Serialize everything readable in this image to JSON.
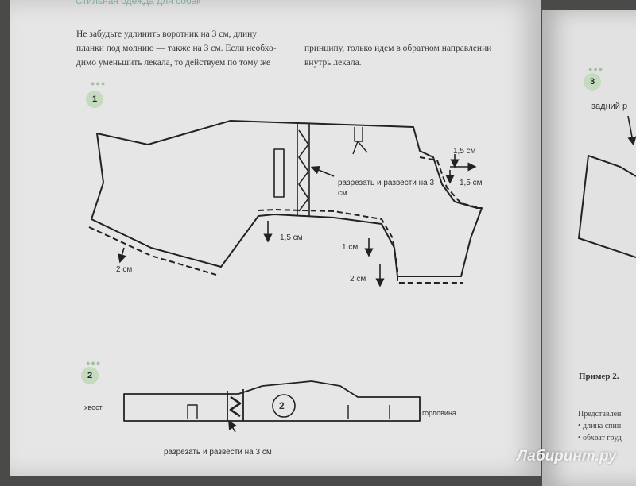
{
  "header": {
    "running_title": "Стильная одежда для собак"
  },
  "text": {
    "col1": "Не забудьте удлинить воротник на 3 см, длину\nпланки под молнию — также на 3 см. Если необхо-\nдимо уменьшить лекала, то действуем по тому же",
    "col2": "принципу, только идем в обратном направлении\nвнутрь лекала."
  },
  "steps": {
    "s1": "1",
    "s2": "2",
    "s3": "3"
  },
  "diagram1": {
    "cut_label_line1": "разрезать и развести на 3",
    "cut_label_line2": "см",
    "m_right_top": "1,5 см",
    "m_right_mid": "1,5 см",
    "m_mid": "1,5 см",
    "m_belly": "1 см",
    "m_bottom_right": "2 см",
    "m_left": "2 см"
  },
  "diagram2": {
    "tail_label": "хвост",
    "neck_label": "горловина",
    "circle_number": "2",
    "cut_label": "разрезать и развести на 3 см"
  },
  "right_page": {
    "label_fragment": "задний р",
    "example_title": "Пример 2.",
    "text": "Представлен\n• длина спин\n• обхват груд"
  },
  "watermark": "Лабиринт.ру",
  "colors": {
    "badge": "#c4dbbf",
    "running_head": "#7fae9a"
  }
}
